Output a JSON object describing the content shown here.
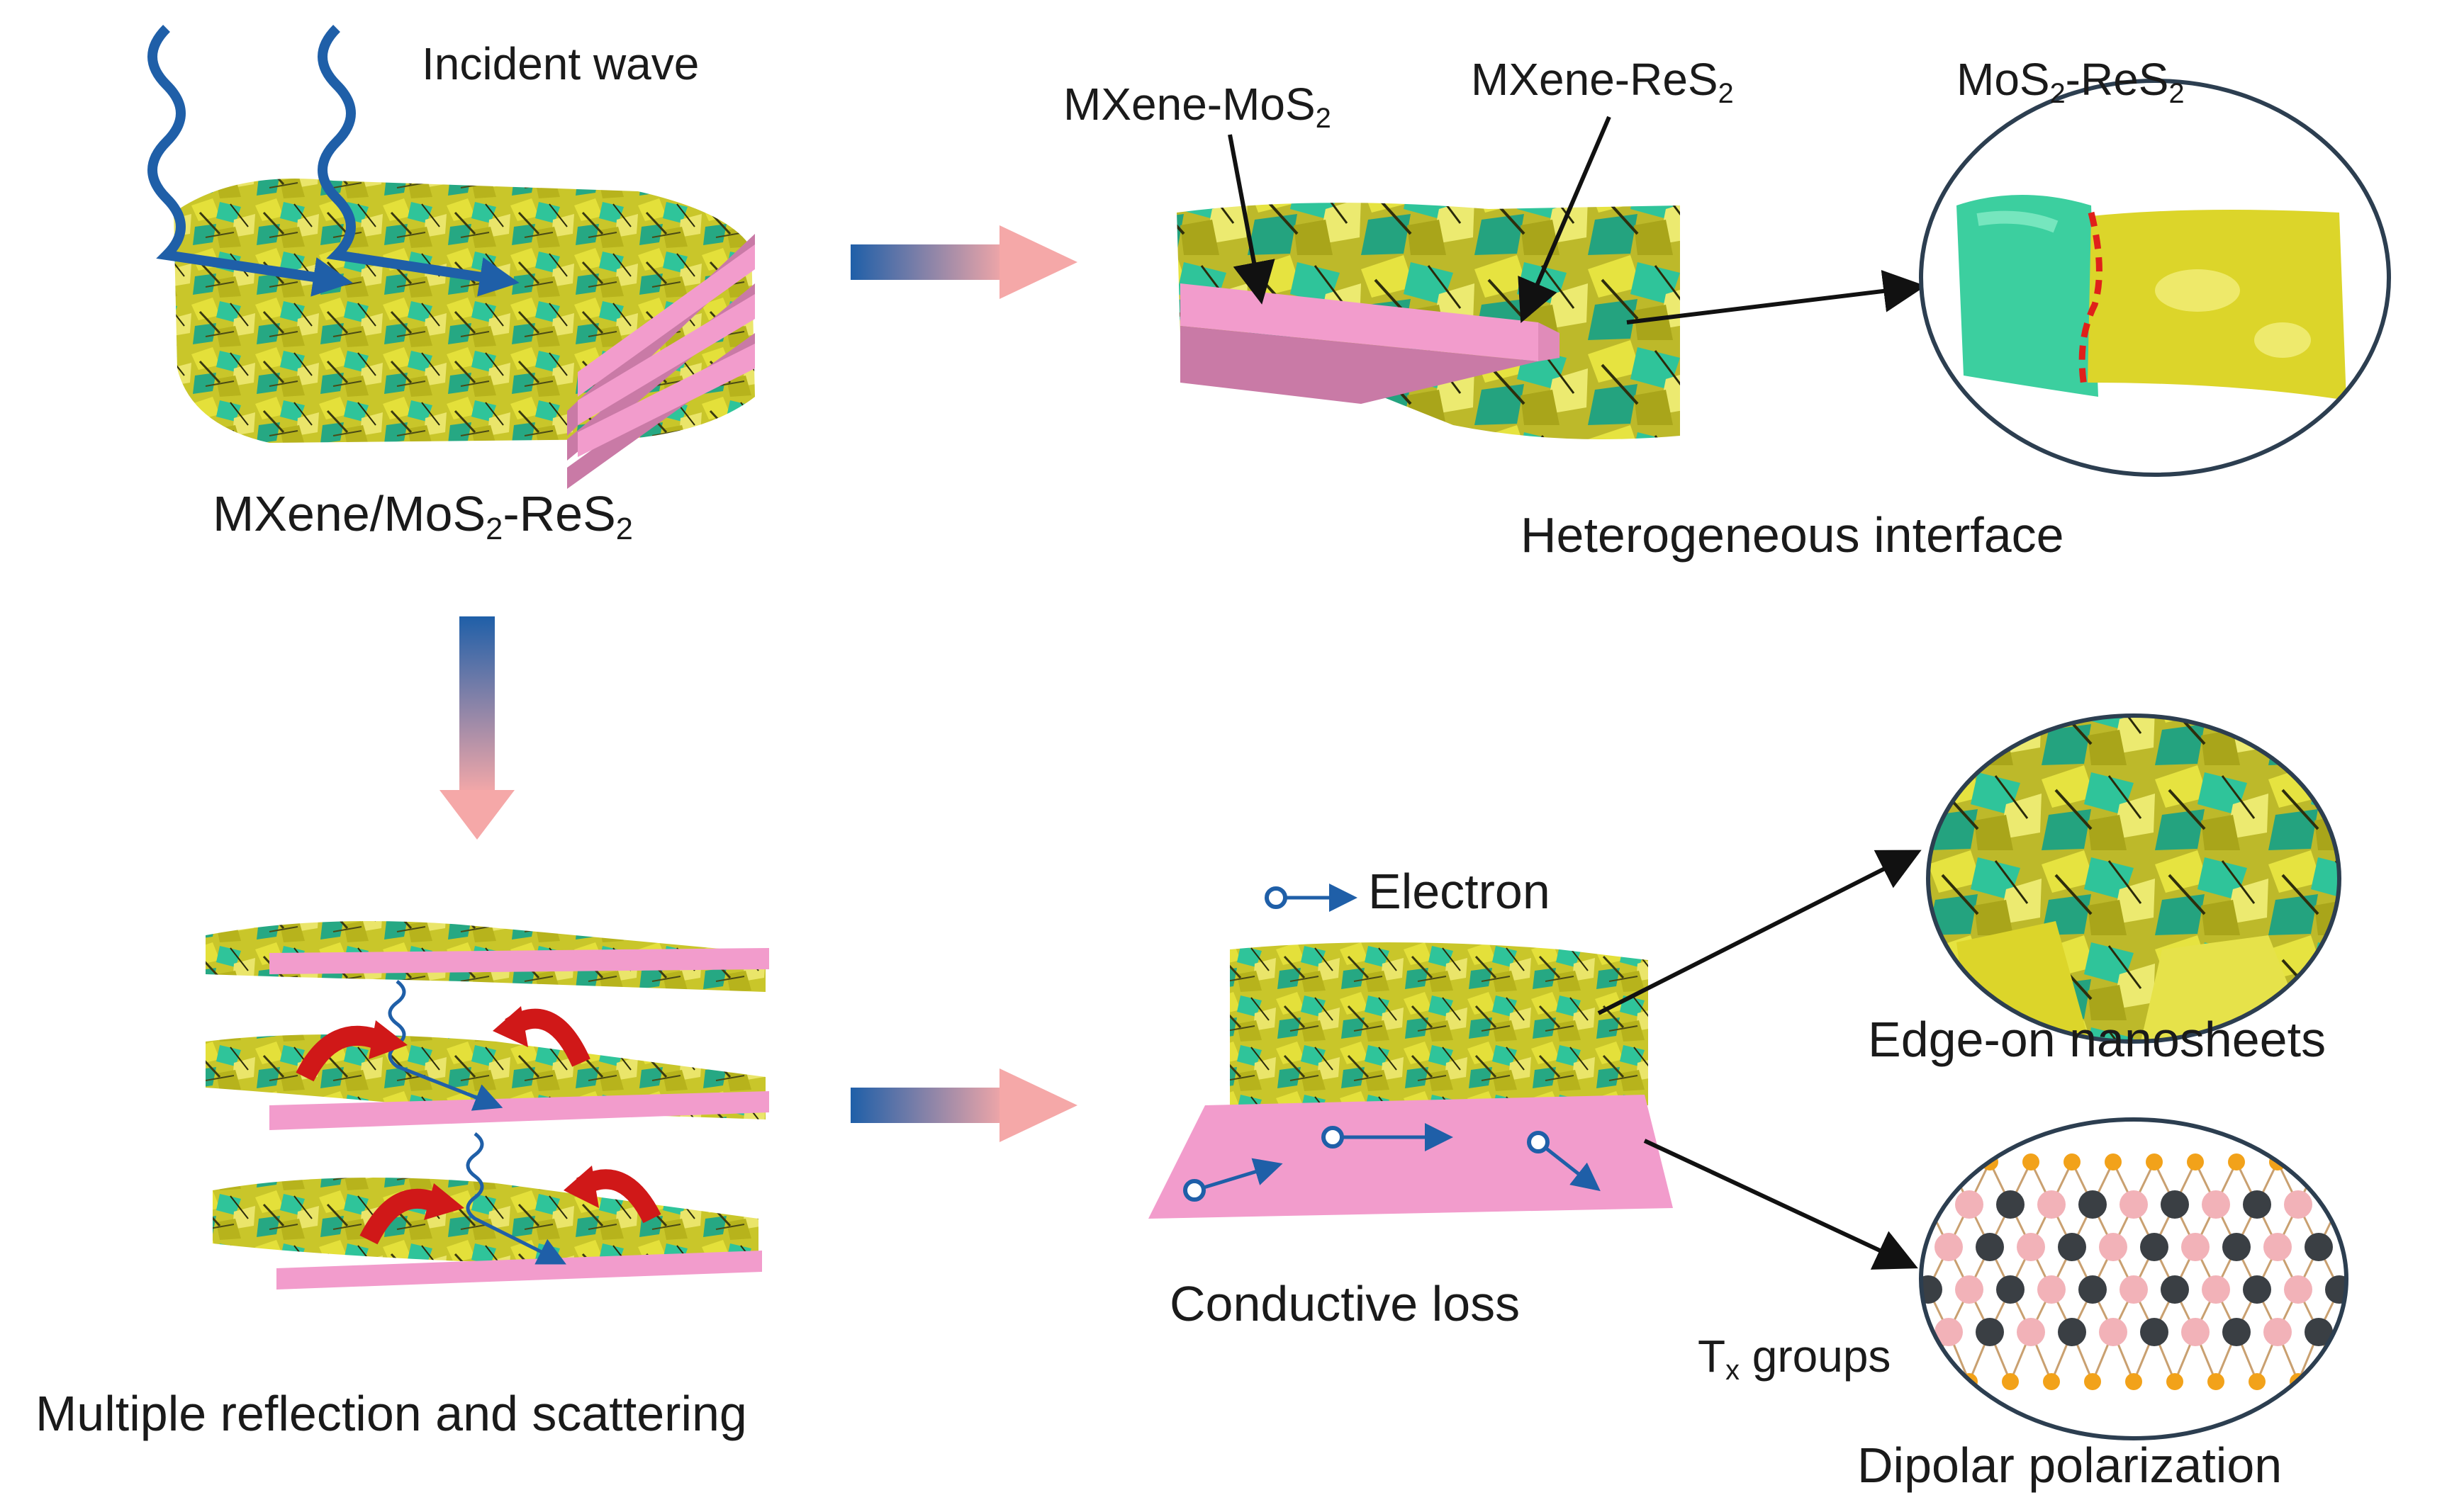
{
  "labels": {
    "incident_wave": "Incident wave",
    "composite": {
      "pre": "MXene/MoS",
      "s1": "2",
      "mid": "-ReS",
      "s2": "2"
    },
    "mxene_mos2": {
      "pre": "MXene-MoS",
      "s1": "2"
    },
    "mxene_res2": {
      "pre": "MXene-ReS",
      "s1": "2"
    },
    "mos2_res2": {
      "pre": "MoS",
      "s1": "2",
      "mid": "-ReS",
      "s2": "2"
    },
    "heterogeneous_interface": "Heterogeneous interface",
    "multiple_reflection": "Multiple reflection and scattering",
    "electron": "Electron",
    "conductive_loss": "Conductive loss",
    "edge_on": "Edge-on nanosheets",
    "tx_groups": {
      "pre": "T",
      "s1": "x",
      "post": " groups"
    },
    "dipolar": "Dipolar polarization"
  },
  "colors": {
    "pink_slab": "#f29ccc",
    "pink_slab_dark": "#c97aa6",
    "mxene_green": "#2fc49a",
    "sulfide_yellow": "#d6d22a",
    "arrow_blue": "#1f5fa8",
    "arrow_pink": "#f5a8a8",
    "reflection_red": "#d01818",
    "atom_pink": "#f2b2b8",
    "atom_dark": "#3a3f44",
    "atom_orange": "#f2a21a",
    "interface_dash": "#e0201a",
    "circle_outline": "#2c3e50"
  },
  "icons": [
    "incident-wave-icon",
    "gradient-arrow-icon",
    "reflection-arrow-icon",
    "electron-icon",
    "pointer-arrow-icon"
  ]
}
